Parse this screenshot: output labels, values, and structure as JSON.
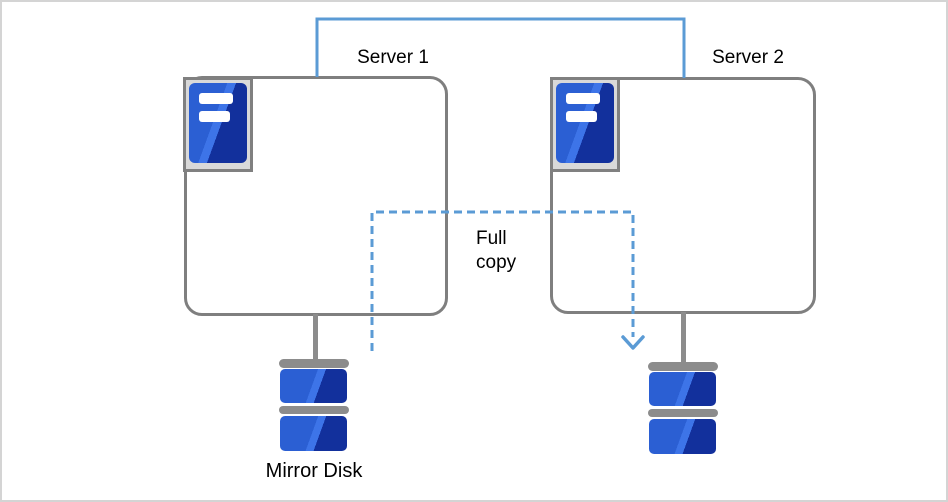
{
  "labels": {
    "server1": "Server 1",
    "server2": "Server 2",
    "full_copy": "Full\ncopy",
    "mirror_disk": "Mirror Disk"
  },
  "icons": {
    "server1_icon": "server-tower-icon",
    "server2_icon": "server-tower-icon",
    "mirror_disk1_icon": "stacked-disk-icon",
    "mirror_disk2_icon": "stacked-disk-icon",
    "full_copy_arrow": "dashed-arrow-down-icon",
    "heartbeat_link": "solid-connector-line"
  },
  "colors": {
    "connector_blue": "#5B9BD5",
    "box_border": "#7F7F7F",
    "icon_frame_bg": "#D9D9D9",
    "icon_frame_border": "#808080",
    "device_blue_light": "#2B5FD3",
    "device_blue_streak": "#3D74E8",
    "device_blue_dark": "#12309C",
    "device_gray": "#8C8C8C",
    "text": "#000000",
    "canvas_bg": "#FFFFFF",
    "canvas_border": "#D4D4D4"
  }
}
